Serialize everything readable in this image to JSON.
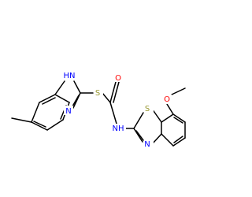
{
  "colors": {
    "bond": "#000000",
    "nitrogen": "#0000FF",
    "sulfur": "#999933",
    "oxygen": "#FF0000",
    "background": "#FFFFFF"
  },
  "labels": {
    "nh_ring": "HN",
    "n_ring_left": "N",
    "s_thioether": "S",
    "o_carbonyl": "O",
    "nh_amide": "NH",
    "s_thiazole": "S",
    "n_thiazole": "N",
    "o_methoxy": "O"
  }
}
